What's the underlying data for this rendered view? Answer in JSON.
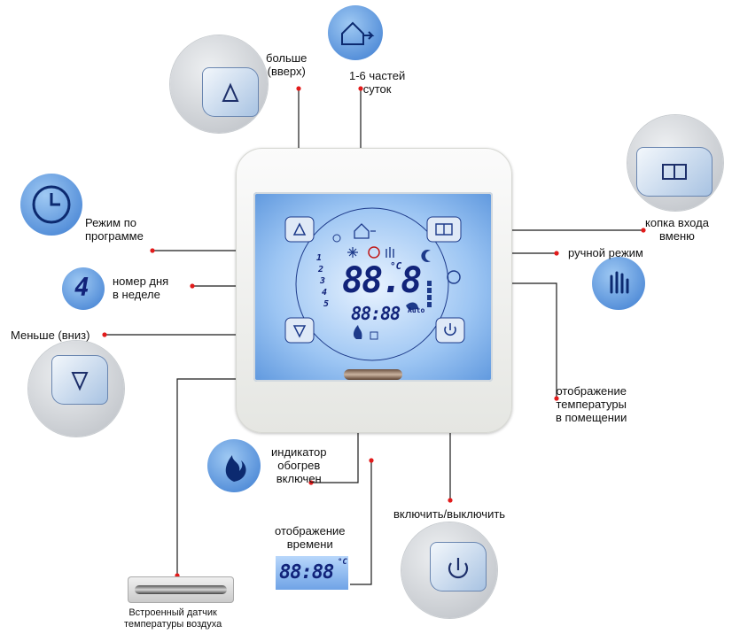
{
  "labels": {
    "up": "больше\n(вверх)",
    "parts_of_day": "1-6 частей\nсуток",
    "program_mode": "Режим по\nпрограмме",
    "menu_button": "копка входа\nвмeню",
    "manual_mode": "ручной режим",
    "day_number": "номер дня\nв неделе",
    "down": "Меньше (вниз)",
    "room_temp": "отображение\nтемпературы\nв помещении",
    "heating": "индикатор\nобогрев\nвключен",
    "power": "включить/выключить",
    "time_display": "отображение\nвремени",
    "sensor": "Встроенный датчик\nтемпературы воздуха"
  },
  "display": {
    "temperature": "88.8",
    "clock": "88:88",
    "unit": "°C",
    "day_digit": "4",
    "auto_text": "Auto",
    "day_list": [
      "1",
      "2",
      "3",
      "4",
      "5"
    ]
  },
  "icons": [
    "house-arrow-icon",
    "clock-icon",
    "digit-4-icon",
    "book-icon",
    "hand-icon",
    "flame-icon",
    "power-icon",
    "up-arrow-icon",
    "down-arrow-icon",
    "sun-icon",
    "snowflake-icon",
    "moon-icon",
    "lock-icon",
    "fan-icon"
  ],
  "colors": {
    "accent": "#1f5fc8",
    "pointer": "#e21b1b",
    "lcd": "#9cc5f3",
    "text": "#111111"
  }
}
